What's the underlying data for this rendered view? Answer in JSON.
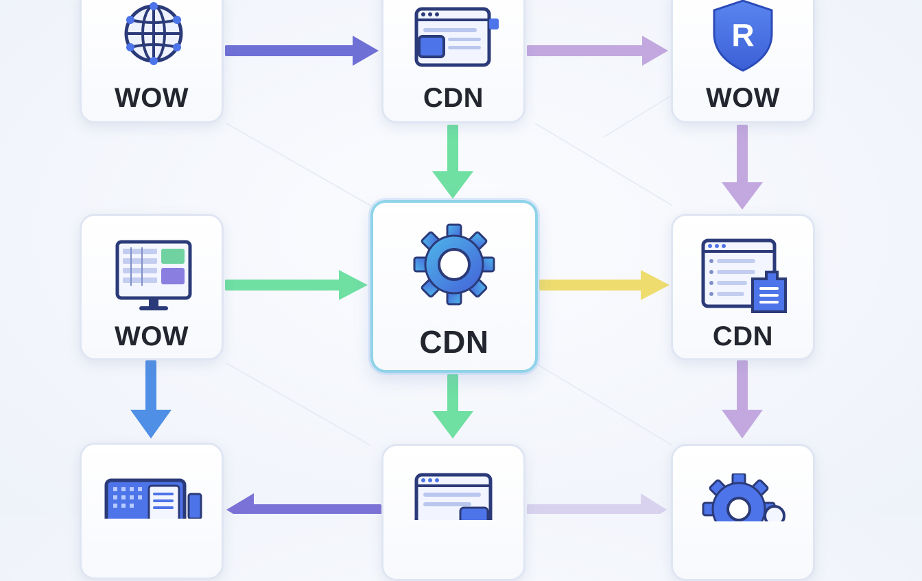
{
  "nodes": {
    "n00": {
      "label": "WOW",
      "icon": "globe-icon"
    },
    "n01": {
      "label": "CDN",
      "icon": "browser-window-icon"
    },
    "n02": {
      "label": "WOW",
      "icon": "shield-icon",
      "badge_letter": "R"
    },
    "n10": {
      "label": "WOW",
      "icon": "monitor-dashboard-icon"
    },
    "n11": {
      "label": "CDN",
      "icon": "gear-icon"
    },
    "n12": {
      "label": "CDN",
      "icon": "document-window-icon"
    },
    "n20": {
      "label": "",
      "icon": "tablet-keypad-icon"
    },
    "n21": {
      "label": "",
      "icon": "browser-window-icon"
    },
    "n22": {
      "label": "",
      "icon": "gear-key-icon"
    }
  },
  "colors": {
    "violet_arrow": "#6f70d6",
    "lavender_arrow": "#c2a8df",
    "green_arrow": "#6fdfa2",
    "yellow_arrow": "#eedd6e",
    "blue_arrow": "#4f8fe6",
    "icon_navy": "#2b3a78",
    "icon_blue": "#4d74e8"
  }
}
